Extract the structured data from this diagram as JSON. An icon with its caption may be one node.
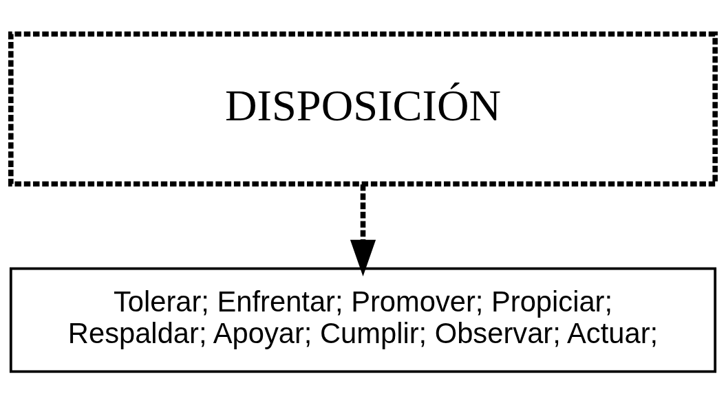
{
  "diagram": {
    "nodes": [
      {
        "text": [
          "DISPOSICIÓN"
        ]
      },
      {
        "text": [
          "Tolerar; Enfrentar; Promover; Propiciar; Respaldar; Apoyar; Cumplir; Observar; Actuar;"
        ]
      }
    ],
    "edges": [
      {
        "from": 0,
        "to": 1,
        "arrow": "to",
        "style": "dashed"
      }
    ]
  }
}
